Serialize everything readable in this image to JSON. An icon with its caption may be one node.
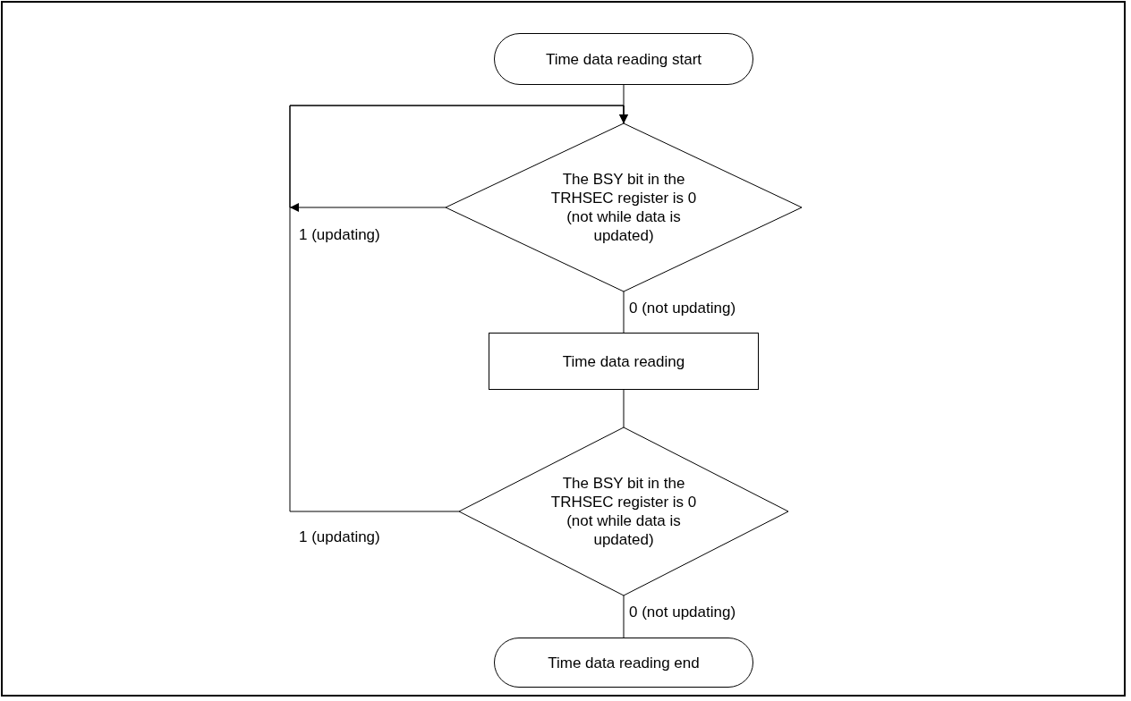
{
  "diagram": {
    "nodes": [
      {
        "text": [
          "Time data reading start"
        ]
      },
      {
        "text": [
          "The BSY bit in the TRHSEC register is 0 (not while data is updated)"
        ]
      },
      {
        "text": [
          "Time data reading"
        ]
      },
      {
        "text": [
          "The BSY bit in the TRHSEC register is 0 (not while data is updated)"
        ]
      },
      {
        "text": [
          "Time data reading end"
        ]
      }
    ],
    "edges": [
      {
        "from": 0,
        "to": 1,
        "arrow": "none"
      },
      {
        "from": 1,
        "to": 2,
        "arrow": "none",
        "label": "0 (not updating)"
      },
      {
        "from": 2,
        "to": 3,
        "arrow": "none"
      },
      {
        "from": 3,
        "to": 4,
        "arrow": "none",
        "label": "0 (not updating)"
      },
      {
        "from": 1,
        "to": 1,
        "arrow": "to",
        "label": "1 (updating)"
      },
      {
        "from": 3,
        "to": 1,
        "arrow": "to",
        "label": "1 (updating)"
      }
    ]
  }
}
